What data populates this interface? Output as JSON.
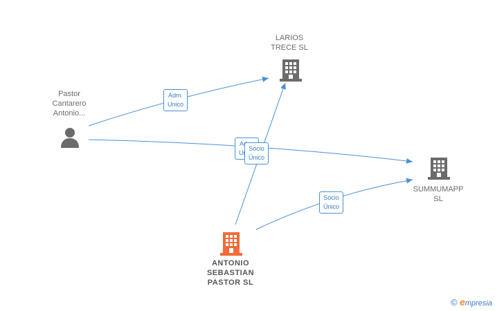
{
  "nodes": {
    "larios": {
      "lines": [
        "LARIOS",
        "TRECE  SL"
      ],
      "type": "company",
      "color": "#6b6b6b"
    },
    "summumapp": {
      "lines": [
        "SUMMUMAPP",
        "SL"
      ],
      "type": "company",
      "color": "#6b6b6b"
    },
    "pastor": {
      "lines": [
        "Pastor",
        "Cantarero",
        "Antonio..."
      ],
      "type": "person",
      "color": "#6b6b6b"
    },
    "antonio": {
      "lines": [
        "ANTONIO",
        "SEBASTIAN",
        "PASTOR  SL"
      ],
      "type": "company",
      "color": "#f26b3a"
    }
  },
  "edges": {
    "pastor_larios": {
      "lines": [
        "Adm.",
        "Unico"
      ]
    },
    "pastor_summumapp": {
      "lines": [
        "Adm.",
        "Unico"
      ]
    },
    "antonio_larios": {
      "lines": [
        "Socio",
        "Único"
      ]
    },
    "antonio_summumapp": {
      "lines": [
        "Socio",
        "Único"
      ]
    }
  },
  "edge_color": "#4a90d9",
  "footer": {
    "copyright": "©",
    "brand_first": "e",
    "brand_rest": "mpresia"
  }
}
